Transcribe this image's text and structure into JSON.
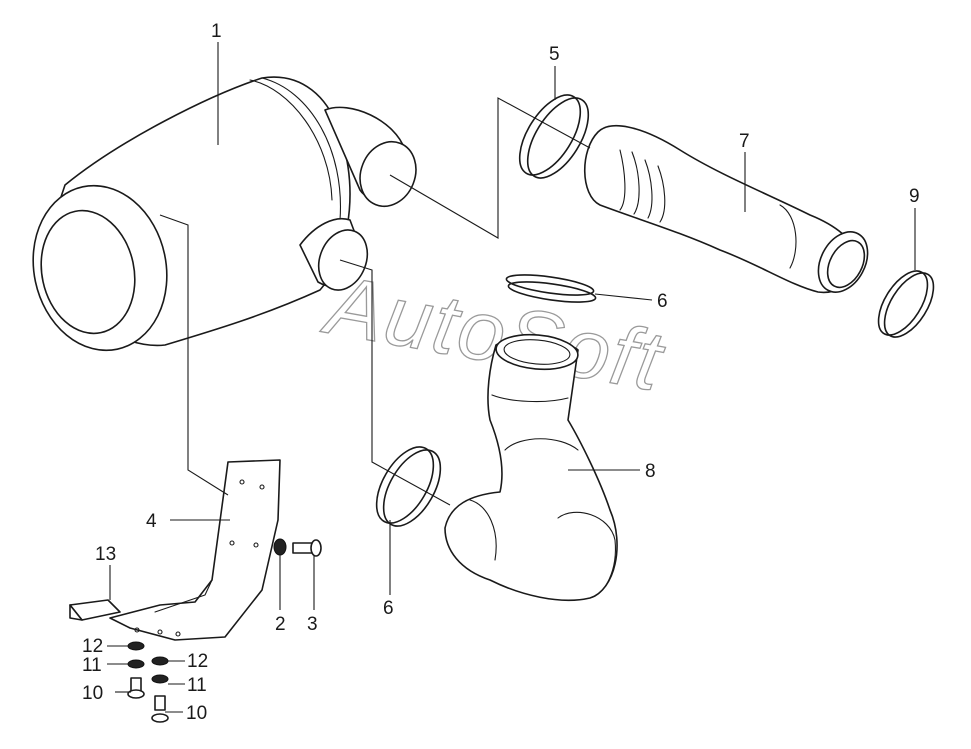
{
  "watermark": "AutoSoft",
  "callouts": [
    {
      "id": "1",
      "label": "1"
    },
    {
      "id": "2",
      "label": "2"
    },
    {
      "id": "3",
      "label": "3"
    },
    {
      "id": "4",
      "label": "4"
    },
    {
      "id": "5",
      "label": "5"
    },
    {
      "id": "6a",
      "label": "6"
    },
    {
      "id": "6b",
      "label": "6"
    },
    {
      "id": "7",
      "label": "7"
    },
    {
      "id": "8",
      "label": "8"
    },
    {
      "id": "9",
      "label": "9"
    },
    {
      "id": "10a",
      "label": "10"
    },
    {
      "id": "10b",
      "label": "10"
    },
    {
      "id": "11a",
      "label": "11"
    },
    {
      "id": "11b",
      "label": "11"
    },
    {
      "id": "12a",
      "label": "12"
    },
    {
      "id": "12b",
      "label": "12"
    },
    {
      "id": "13",
      "label": "13"
    }
  ]
}
